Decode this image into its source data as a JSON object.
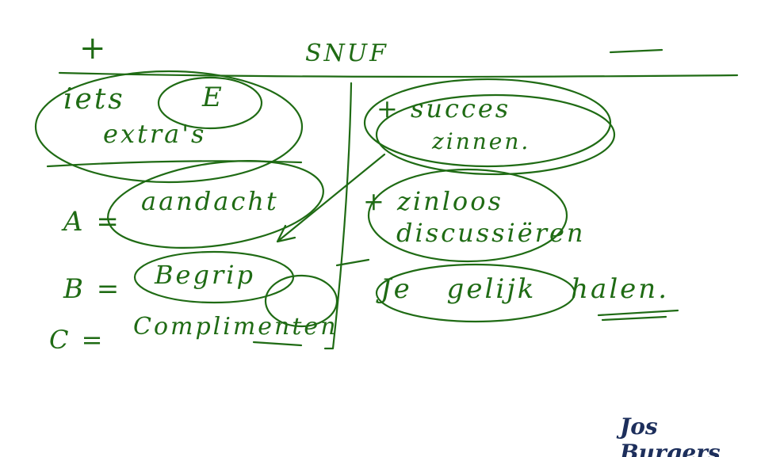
{
  "title": "SNUF",
  "plus_sign": "+",
  "left": {
    "extra_line1": "iets",
    "extra_line2": "extra's",
    "extra_mark": "E",
    "items": [
      {
        "letter": "A =",
        "word": "aandacht"
      },
      {
        "letter": "B =",
        "word": "Begrip"
      },
      {
        "letter": "C =",
        "word": "Complimenten"
      }
    ]
  },
  "right": {
    "items": [
      {
        "line1": "+ succes",
        "line2": "zinnen."
      },
      {
        "line1": "+ zinloos",
        "line2": "discussiëren"
      },
      {
        "line1": "Je gelijk halen."
      }
    ]
  },
  "logo": "Jos Burgers",
  "ink_color": "#1f6b14"
}
